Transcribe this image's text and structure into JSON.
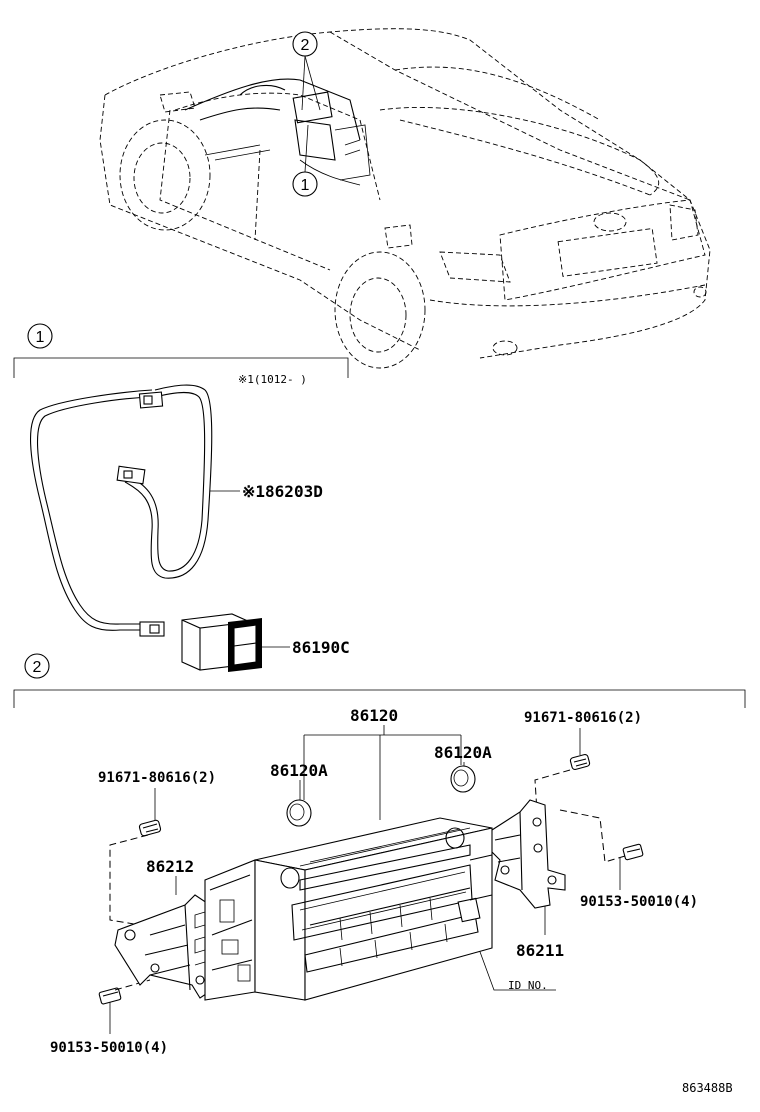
{
  "callouts": {
    "car_two": "2",
    "car_one": "1",
    "section_one": "1",
    "section_two": "2"
  },
  "section1": {
    "range_note": "※1(1012-   )",
    "wire_part": "※186203D",
    "switch_part": "86190C"
  },
  "section2": {
    "radio_part": "86120",
    "knob_left": "86120A",
    "knob_right": "86120A",
    "screw_right": "91671-80616(2)",
    "screw_left": "91671-80616(2)",
    "bracket_left": "86212",
    "bracket_right": "86211",
    "bolt_right": "90153-50010(4)",
    "bolt_left": "90153-50010(4)",
    "id_label": "ID NO."
  },
  "diagram_id": "863488B"
}
